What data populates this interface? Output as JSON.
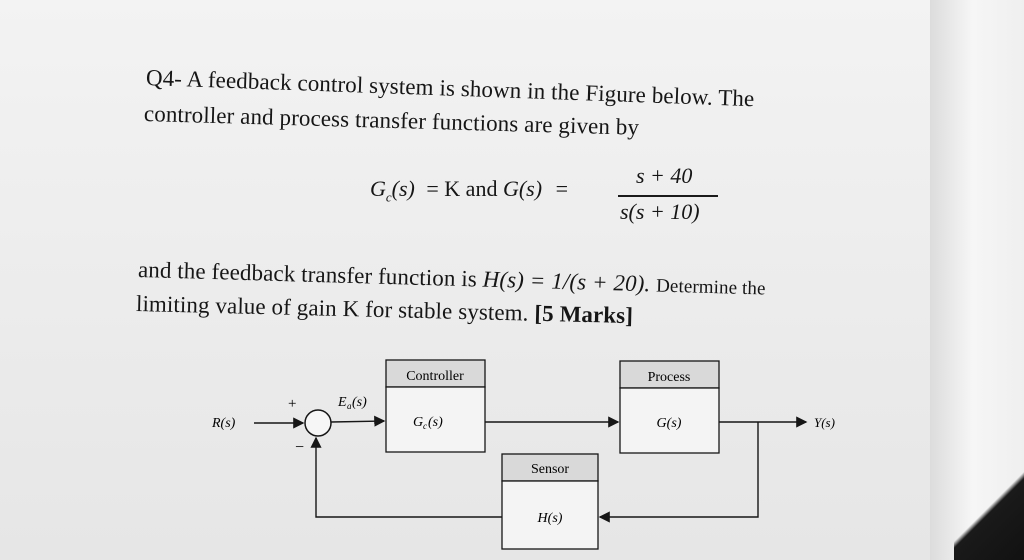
{
  "question": {
    "number": "Q4-",
    "line1": "A feedback control system is shown in the Figure below. The",
    "line2": "controller and process transfer functions are given by",
    "equation_left": "G",
    "equation_sub": "c",
    "equation_arg": "(s)",
    "equation_equals_k_and": "= K and",
    "equation_g": "G(s)",
    "equation_equals": "=",
    "numerator": "s + 40",
    "denominator": "s(s + 10)",
    "line3_prefix": "and the feedback transfer function is",
    "line3_formula": "H(s) = 1/(s + 20).",
    "line3_suffix": "Determine the",
    "line4": "limiting value of gain K for stable system.",
    "marks": "[5 Marks]"
  },
  "diagram": {
    "controller_label": "Controller",
    "controller_tf": "G",
    "controller_tf_sub": "c",
    "controller_tf_arg": "(s)",
    "process_label": "Process",
    "process_tf": "G(s)",
    "sensor_label": "Sensor",
    "sensor_tf": "H(s)",
    "input": "R(s)",
    "output": "Y(s)",
    "error": "E",
    "error_sub": "a",
    "error_arg": "(s)",
    "plus": "+",
    "minus": "−"
  },
  "colors": {
    "ink": "#161616",
    "box_header": "#d9d9d9",
    "box_body": "#f4f4f4"
  }
}
